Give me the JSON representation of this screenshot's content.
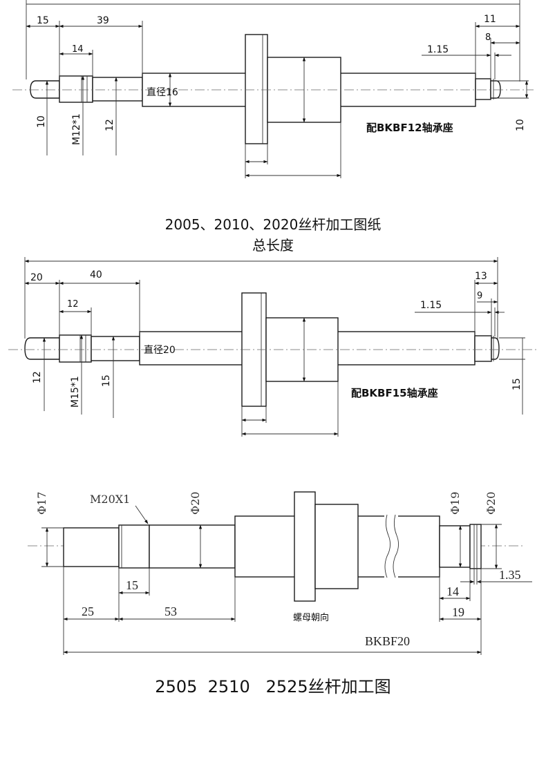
{
  "drawing1": {
    "dims": {
      "d15": "15",
      "d39": "39",
      "d14": "14",
      "d11": "11",
      "d8": "8",
      "d115": "1.15",
      "d10": "10",
      "m12": "M12*1",
      "d12": "12",
      "d10r": "10"
    },
    "diameter_label": "直径16",
    "bearing_label": "配BKBF12轴承座"
  },
  "title1_line1": "2005、2010、2020丝杆加工图纸",
  "title1_line2": "总长度",
  "drawing2": {
    "dims": {
      "d20": "20",
      "d40": "40",
      "d12": "12",
      "d13": "13",
      "d9": "9",
      "d115": "1.15",
      "d12l": "12",
      "m15": "M15*1",
      "d15": "15",
      "d15r": "15"
    },
    "diameter_label": "直径20",
    "bearing_label": "配BKBF15轴承座"
  },
  "drawing3": {
    "dims": {
      "phi17": "Φ17",
      "m20": "M20X1",
      "phi20": "Φ20",
      "phi19": "Φ19",
      "phi20r": "Φ20",
      "d15": "15",
      "d25": "25",
      "d53": "53",
      "d14": "14",
      "d19": "19",
      "d135": "1.35"
    },
    "nut_direction": "螺母朝向",
    "bearing_label": "BKBF20"
  },
  "title2": "2505  2510   2525丝杆加工图"
}
